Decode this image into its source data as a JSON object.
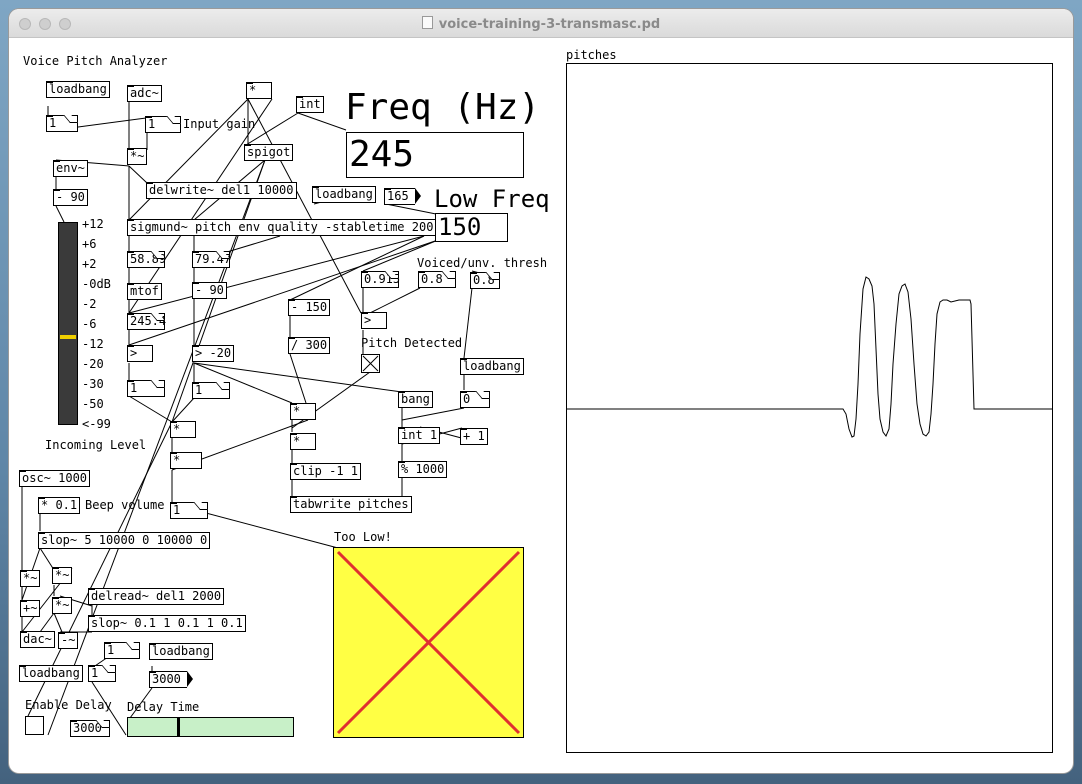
{
  "window": {
    "title": "voice-training-3-transmasc.pd"
  },
  "labels": {
    "analyzer_title": "Voice Pitch Analyzer",
    "input_gain": "Input gain",
    "incoming_level": "Incoming Level",
    "pitch_detected": "Pitch Detected",
    "voiced_thresh": "Voiced/unv. thresh",
    "beep_volume": "Beep volume",
    "too_low": "Too Low!",
    "enable_delay": "Enable Delay",
    "delay_time": "Delay Time",
    "freq_hz": "Freq (Hz)",
    "low_freq": "Low Freq",
    "graph_title": "pitches"
  },
  "objects": {
    "loadbang1": "loadbang",
    "adc": "adc~",
    "mult_top": "*",
    "int_top": "int",
    "spigot": "spigot",
    "mult_sig": "*~",
    "env": "env~",
    "minus90a": "- 90",
    "delwrite": "delwrite~ del1 10000",
    "loadbang2": "loadbang",
    "sigmund": "sigmund~ pitch env quality -stabletime 200",
    "mtof": "mtof",
    "minus90b": "- 90",
    "gt1": ">",
    "gt20": "> -20",
    "minus150": "- 150",
    "div300": "/ 300",
    "gt_q": ">",
    "loadbang3": "loadbang",
    "bang": "bang",
    "int1": "int 1",
    "plus1": "+ 1",
    "mod1000": "% 1000",
    "mult_a": "*",
    "mult_b": "*",
    "mult_c": "*",
    "mult_d": "*",
    "clip": "clip -1 1",
    "tabwrite": "tabwrite pitches",
    "osc": "osc~ 1000",
    "mult01": "* 0.1",
    "slop1": "slop~ 5 10000 0 10000 0",
    "mul_s1": "*~",
    "mul_s2": "*~",
    "mul_s3": "*~",
    "plus_s": "+~",
    "delread": "delread~ del1 2000",
    "slop2": "slop~ 0.1 1 0.1 1 0.1",
    "dac": "dac~",
    "minus_s": "-~",
    "loadbang4": "loadbang",
    "loadbang5": "loadbang"
  },
  "numbers": {
    "n_loadbang1": "1",
    "n_gain": "1",
    "m165": "165",
    "pitch_val": "58.89",
    "env_val": "79.47",
    "freq_small": "245.4",
    "n_gt1": "1",
    "n_gt20": "1",
    "n_c": "1",
    "quality": "0.915",
    "thresh_a": "0.8",
    "thresh_b": "0.8",
    "n_zero": "0",
    "n_one_b": "1",
    "n_one_c": "1",
    "m3000": "3000",
    "n_delay": "3000",
    "freq_big": "245",
    "low_big": "150"
  },
  "vu": {
    "ticks": [
      "+12",
      "+6",
      "+2",
      "-0dB",
      "-2",
      "-6",
      "-12",
      "-20",
      "-30",
      "-50",
      "<-99"
    ],
    "level_color": "#f0d000"
  },
  "too_low_bg": "#ffff44",
  "too_low_x": "#e03030",
  "slider_color": "#c8f0c8",
  "delay_slider_fraction": 0.3
}
